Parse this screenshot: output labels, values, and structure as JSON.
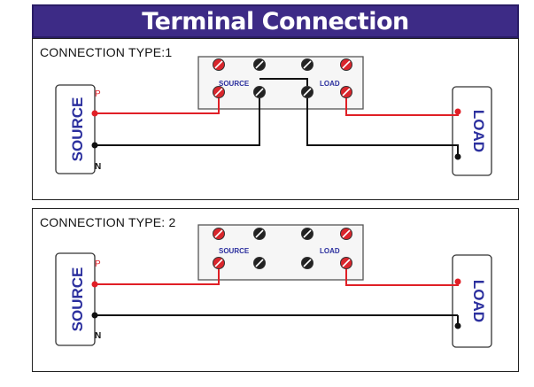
{
  "title": "Terminal Connection",
  "connections": [
    {
      "heading": "CONNECTION TYPE:1",
      "source_label": "SOURCE",
      "load_label": "LOAD",
      "phase_label": "P",
      "neutral_label": "N",
      "block_source_label": "SOURCE",
      "block_load_label": "LOAD"
    },
    {
      "heading": "CONNECTION TYPE: 2",
      "source_label": "SOURCE",
      "load_label": "LOAD",
      "phase_label": "P",
      "neutral_label": "N",
      "block_source_label": "SOURCE",
      "block_load_label": "LOAD"
    }
  ],
  "colors": {
    "title_bg": "#3d2b86",
    "label_blue": "#2b2f9e",
    "phase_wire": "#e01f26",
    "neutral_wire": "#111111",
    "screw_red": "#d9262c"
  }
}
